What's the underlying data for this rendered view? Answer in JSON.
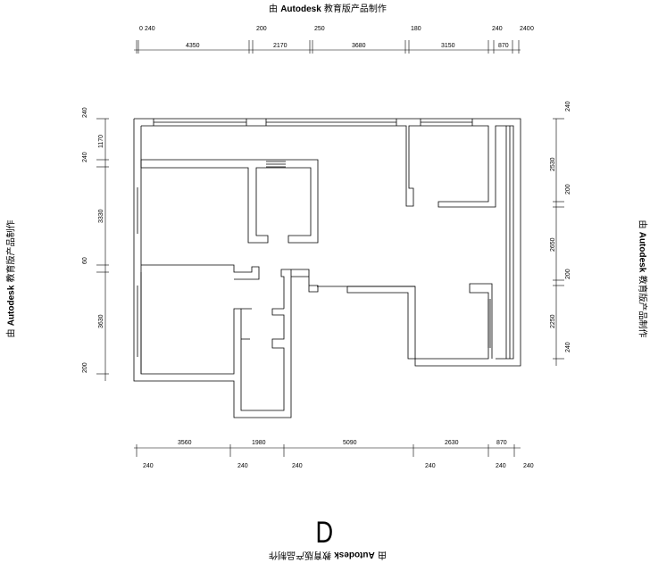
{
  "watermark": {
    "prefix": "由 ",
    "brand": "Autodesk",
    "suffix": " 教育版产品制作"
  },
  "sheet_letter": "D",
  "dims": {
    "top_small": [
      "0",
      "240",
      "200",
      "250",
      "180",
      "240",
      "240",
      "0"
    ],
    "top_main": [
      "4350",
      "2170",
      "3680",
      "3150",
      "870"
    ],
    "left": [
      "240",
      "1170",
      "240",
      "3330",
      "60",
      "3630",
      "200"
    ],
    "right": [
      "240",
      "2530",
      "200",
      "2650",
      "200",
      "2250",
      "240"
    ],
    "bottom_main": [
      "3560",
      "1980",
      "5090",
      "2630",
      "870"
    ],
    "bottom_small": [
      "240",
      "240",
      "240",
      "240",
      "240",
      "240"
    ]
  }
}
